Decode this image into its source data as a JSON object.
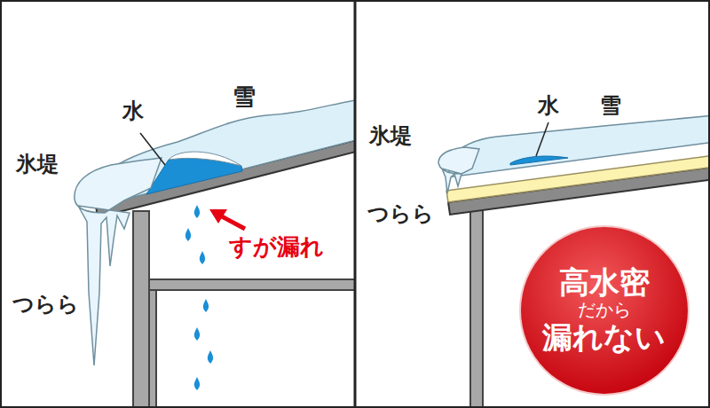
{
  "diagram": {
    "nodes": [
      {
        "text": [
          "高水密",
          "だから",
          "漏れない"
        ]
      }
    ],
    "labels": [
      "雪",
      "水",
      "氷堤",
      "つらら",
      "すが漏れ",
      "水",
      "雪",
      "氷堤",
      "つらら"
    ]
  }
}
